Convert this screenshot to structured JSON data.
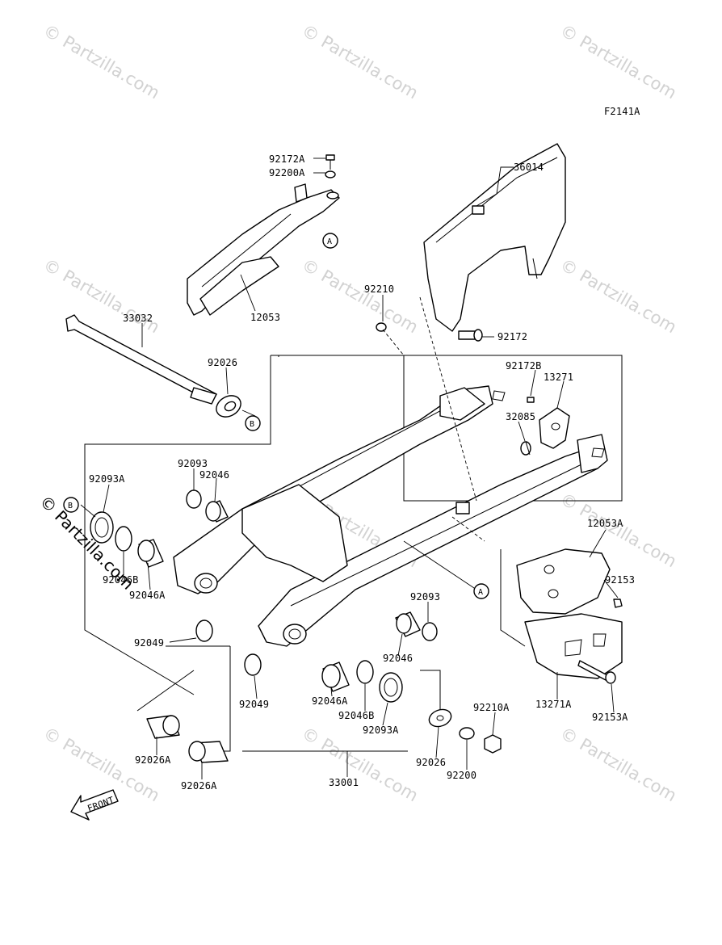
{
  "figure_code": "F2141A",
  "watermark": "© Partzilla.com",
  "front_label": "FRONT",
  "callout_a": "A",
  "callout_b": "B",
  "parts": {
    "p92172A": "92172A",
    "p92200A": "92200A",
    "p36014": "36014",
    "p12053": "12053",
    "p92210": "92210",
    "p92172": "92172",
    "p33032": "33032",
    "p92026_top": "92026",
    "p92172B": "92172B",
    "p13271": "13271",
    "p32085": "32085",
    "p92093A_left": "92093A",
    "p92093_left": "92093",
    "p92046_left": "92046",
    "p92046B_left": "92046B",
    "p92046A_left": "92046A",
    "p12053A": "12053A",
    "p92153": "92153",
    "p92093_right": "92093",
    "p92049_left": "92049",
    "p92046_right": "92046",
    "p92049_bottom": "92049",
    "p92046A_right": "92046A",
    "p92046B_right": "92046B",
    "p92093A_right": "92093A",
    "p92210A": "92210A",
    "p13271A": "13271A",
    "p92153A": "92153A",
    "p92026A_a": "92026A",
    "p92026A_b": "92026A",
    "p92026_bottom": "92026",
    "p92200": "92200",
    "p33001": "33001"
  }
}
